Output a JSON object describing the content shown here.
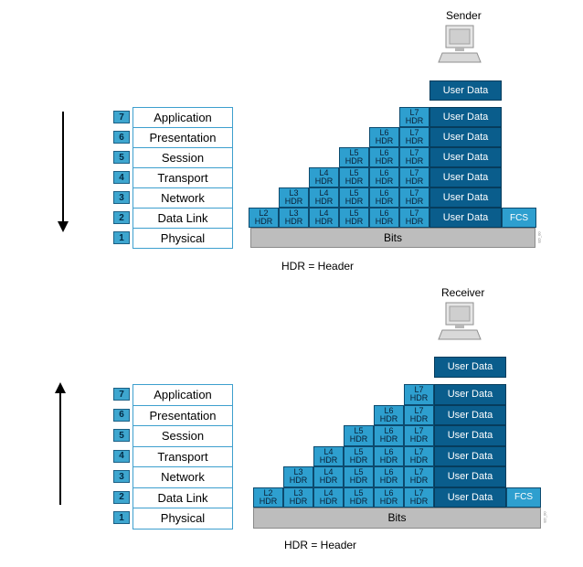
{
  "sender": {
    "label": "Sender",
    "user_data": "User Data",
    "legend": "HDR = Header",
    "bits": "Bits",
    "fcs": "FCS",
    "hdr_word": "HDR",
    "footnote": "ED_00"
  },
  "receiver": {
    "label": "Receiver",
    "user_data": "User Data",
    "legend": "HDR = Header",
    "bits": "Bits",
    "fcs": "FCS",
    "hdr_word": "HDR",
    "footnote": "ED_00"
  },
  "layers": [
    {
      "num": "7",
      "name": "Application"
    },
    {
      "num": "6",
      "name": "Presentation"
    },
    {
      "num": "5",
      "name": "Session"
    },
    {
      "num": "4",
      "name": "Transport"
    },
    {
      "num": "3",
      "name": "Network"
    },
    {
      "num": "2",
      "name": "Data Link"
    },
    {
      "num": "1",
      "name": "Physical"
    }
  ],
  "header_labels": [
    "L2",
    "L3",
    "L4",
    "L5",
    "L6",
    "L7"
  ],
  "colors": {
    "header_block": "#2e9fcf",
    "user_data_block": "#0a5d8c",
    "bits_block": "#bdbdbd",
    "layer_border": "#3d9fce"
  }
}
